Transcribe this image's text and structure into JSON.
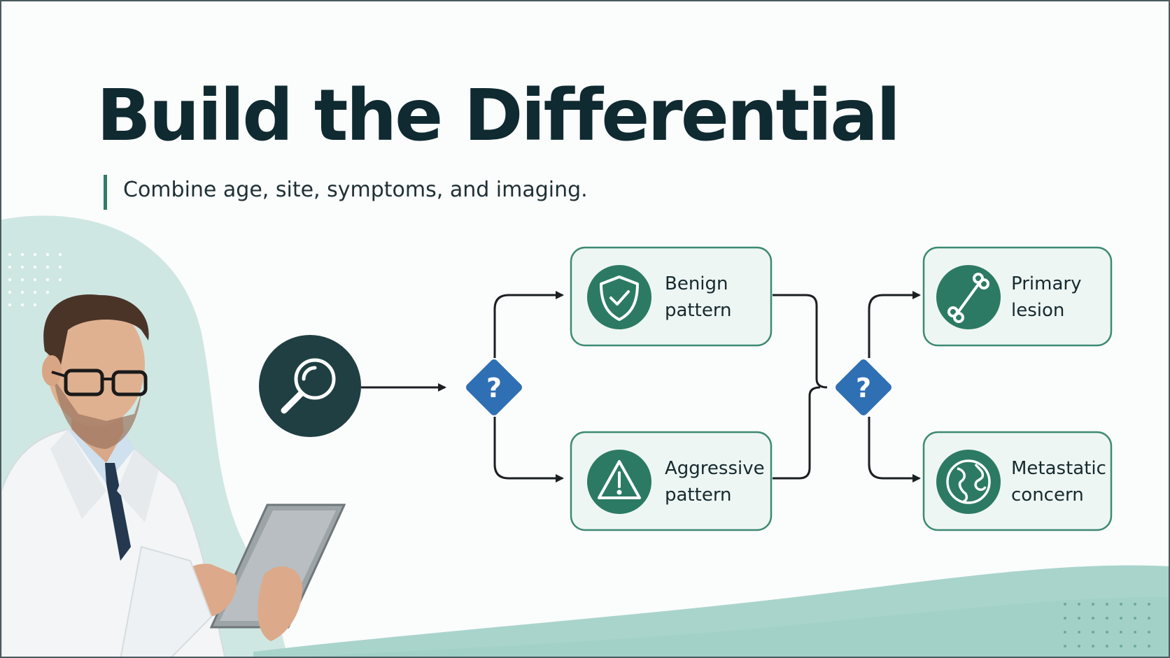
{
  "slide": {
    "title": "Build the Differential",
    "subtitle": "Combine age, site, symptoms, and imaging."
  },
  "diagram": {
    "start_icon": "magnifier-icon",
    "decisions": [
      {
        "label": "?"
      },
      {
        "label": "?"
      }
    ],
    "nodes": [
      {
        "id": "benign",
        "line1": "Benign",
        "line2": "pattern",
        "icon": "shield-check-icon"
      },
      {
        "id": "aggressive",
        "line1": "Aggressive",
        "line2": "pattern",
        "icon": "warning-triangle-icon"
      },
      {
        "id": "primary",
        "line1": "Primary",
        "line2": "lesion",
        "icon": "bone-icon"
      },
      {
        "id": "metastatic",
        "line1": "Metastatic",
        "line2": "concern",
        "icon": "globe-icon"
      }
    ]
  },
  "colors": {
    "title": "#0f2a30",
    "accent_green": "#2f7d68",
    "node_fill": "#eef6f3",
    "node_border": "#3c8a73",
    "icon_circle": "#2c7a64",
    "decision_blue": "#2f6fb3",
    "start_circle": "#1f3f42",
    "background_wave": "#a9d4cb"
  }
}
